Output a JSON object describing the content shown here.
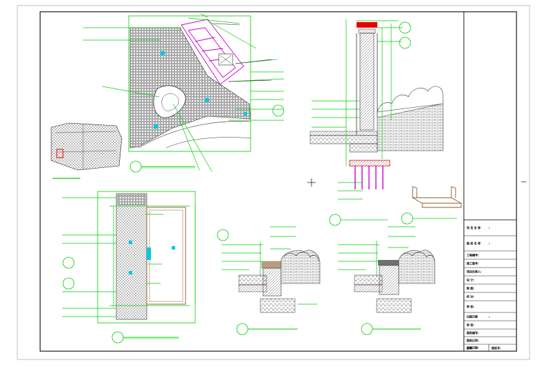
{
  "title_block": {
    "rows": [
      {
        "label": "项 目 名 称",
        "value": ":"
      },
      {
        "label": "图 纸 名 称",
        "value": ":"
      },
      {
        "label": "工程编号:",
        "value": ""
      },
      {
        "label": "施工图号:",
        "value": ""
      },
      {
        "label": "项目负责人:",
        "value": ""
      },
      {
        "label": "设 计:",
        "value": ""
      },
      {
        "label": "制 图:",
        "value": ""
      },
      {
        "label": "校 对:",
        "value": ""
      },
      {
        "label": "审 核:",
        "value": ""
      },
      {
        "label": "出图日期",
        "value": ":"
      },
      {
        "label": "审 批:",
        "value": ""
      },
      {
        "label": "图纸编号:",
        "value": ""
      },
      {
        "label": "图纸比例:",
        "value": ""
      },
      {
        "label": "出图日期:",
        "value": ""
      }
    ],
    "footer_left": "版本:",
    "footer_right": "图纸号:"
  },
  "colors": {
    "frame": "#1a1a1a",
    "leader": "#00cc00",
    "hatch": "#555555",
    "magenta": "#cc00cc",
    "cyan": "#00c8e6",
    "red": "#e60000",
    "brown": "#8b5a2b"
  }
}
